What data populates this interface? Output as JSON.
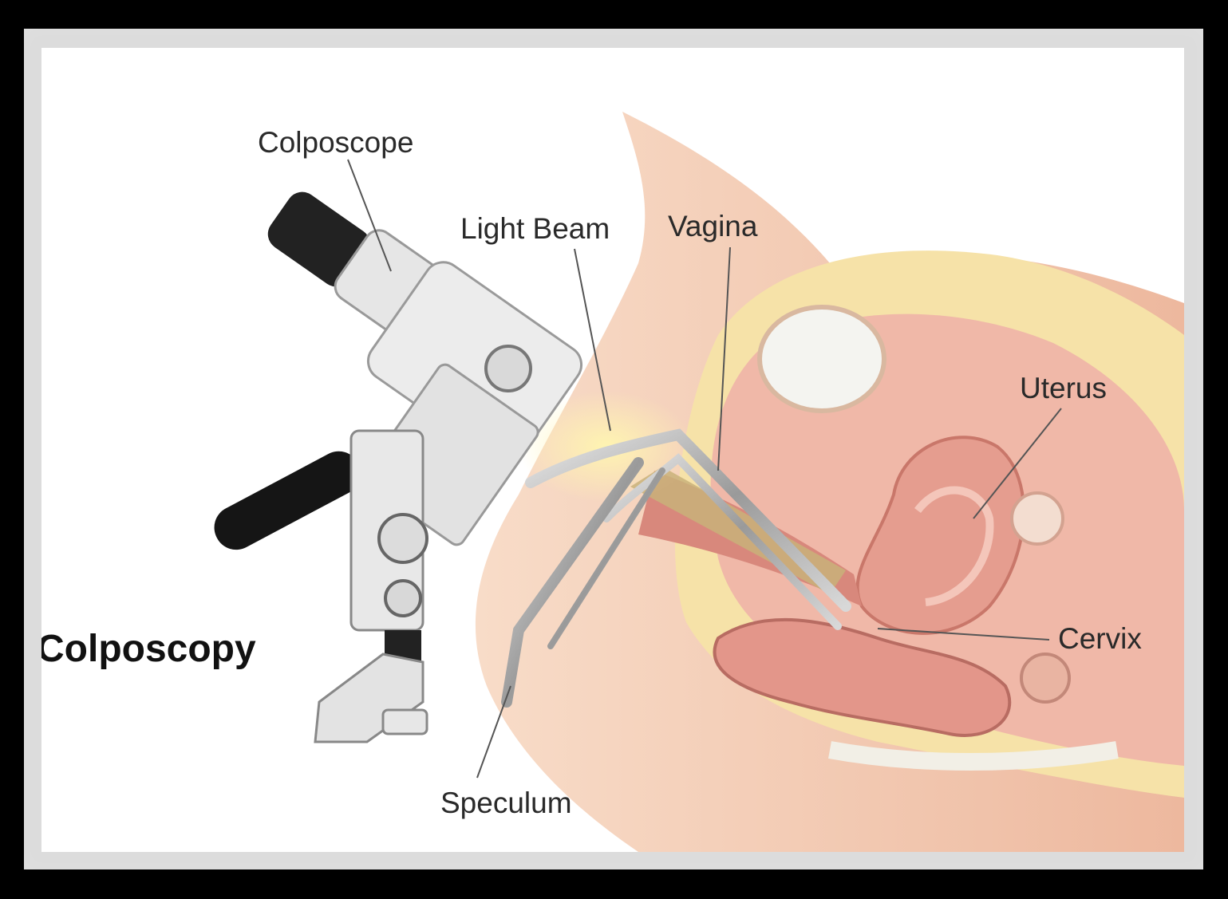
{
  "title": "Colposcopy",
  "labels": {
    "colposcope": "Colposcope",
    "light_beam": "Light Beam",
    "vagina": "Vagina",
    "uterus": "Uterus",
    "cervix": "Cervix",
    "speculum": "Speculum"
  },
  "colors": {
    "skin": "#f2c8b0",
    "tissue": "#e8a39a",
    "fat": "#f6e2a8",
    "background": "#ffffff",
    "frame": "#000000"
  }
}
